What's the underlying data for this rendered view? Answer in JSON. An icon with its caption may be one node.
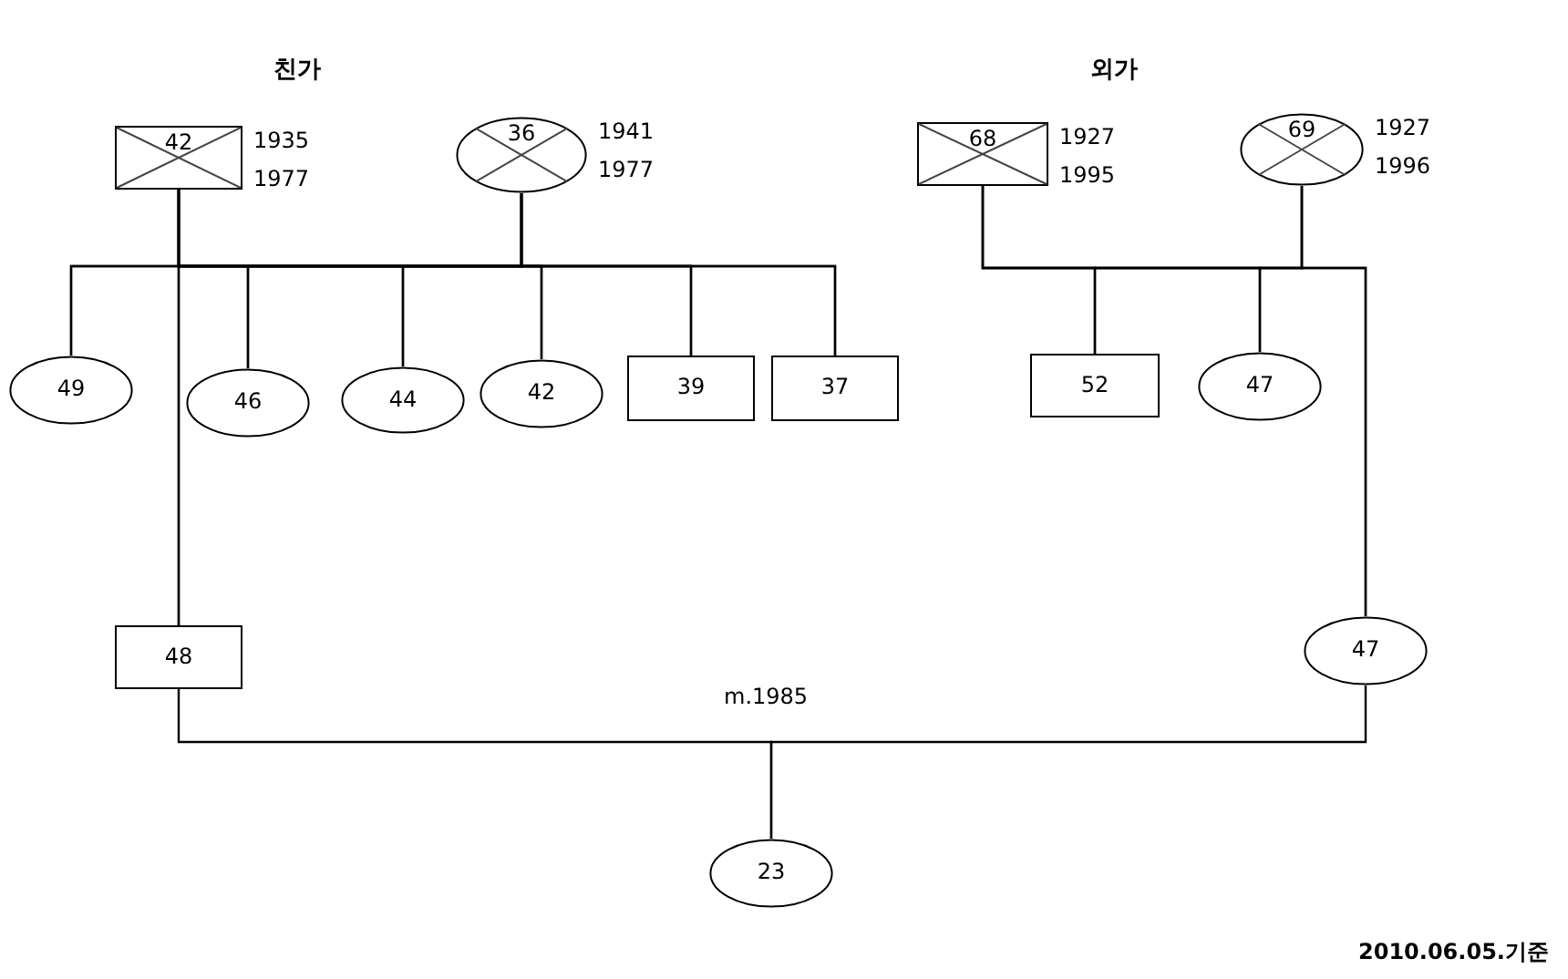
{
  "diagram": {
    "nodes": [
      {
        "text": [
          "42"
        ],
        "beside": [
          "1935",
          "1977"
        ]
      },
      {
        "text": [
          "36"
        ],
        "beside": [
          "1941",
          "1977"
        ]
      },
      {
        "text": [
          "49"
        ]
      },
      {
        "text": [
          "46"
        ]
      },
      {
        "text": [
          "44"
        ]
      },
      {
        "text": [
          "42"
        ]
      },
      {
        "text": [
          "39"
        ]
      },
      {
        "text": [
          "37"
        ]
      },
      {
        "text": [
          "68"
        ],
        "beside": [
          "1927",
          "1995"
        ]
      },
      {
        "text": [
          "69"
        ],
        "beside": [
          "1927",
          "1996"
        ]
      },
      {
        "text": [
          "52"
        ]
      },
      {
        "text": [
          "47"
        ]
      },
      {
        "text": [
          "48"
        ]
      },
      {
        "text": [
          "47"
        ]
      },
      {
        "text": [
          "23"
        ]
      }
    ],
    "edges": [
      {
        "from": 0,
        "to": 2,
        "arrow": "none"
      },
      {
        "from": 0,
        "to": 3,
        "arrow": "none"
      },
      {
        "from": 0,
        "to": 4,
        "arrow": "none"
      },
      {
        "from": 0,
        "to": 5,
        "arrow": "none"
      },
      {
        "from": 0,
        "to": 6,
        "arrow": "none"
      },
      {
        "from": 0,
        "to": 7,
        "arrow": "none"
      },
      {
        "from": 0,
        "to": 12,
        "arrow": "none"
      },
      {
        "from": 1,
        "to": 2,
        "arrow": "none"
      },
      {
        "from": 1,
        "to": 3,
        "arrow": "none"
      },
      {
        "from": 1,
        "to": 4,
        "arrow": "none"
      },
      {
        "from": 1,
        "to": 5,
        "arrow": "none"
      },
      {
        "from": 1,
        "to": 6,
        "arrow": "none"
      },
      {
        "from": 1,
        "to": 7,
        "arrow": "none"
      },
      {
        "from": 1,
        "to": 12,
        "arrow": "none"
      },
      {
        "from": 8,
        "to": 10,
        "arrow": "none"
      },
      {
        "from": 8,
        "to": 11,
        "arrow": "none"
      },
      {
        "from": 8,
        "to": 13,
        "arrow": "none"
      },
      {
        "from": 9,
        "to": 10,
        "arrow": "none"
      },
      {
        "from": 9,
        "to": 11,
        "arrow": "none"
      },
      {
        "from": 9,
        "to": 13,
        "arrow": "none"
      },
      {
        "from": 12,
        "to": 14,
        "arrow": "none"
      },
      {
        "from": 13,
        "to": 14,
        "arrow": "none"
      }
    ],
    "labels": [
      "친가",
      "외가",
      "m.1985",
      "2010.06.05.기준"
    ]
  }
}
